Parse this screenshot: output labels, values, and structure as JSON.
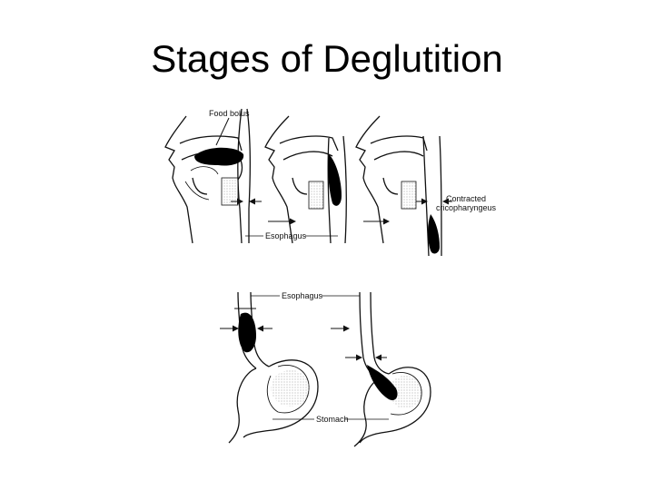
{
  "title": "Stages of Deglutition",
  "labels": {
    "food_bolus": "Food bolus",
    "esophagus_top": "Esophagus",
    "contracted_line1": "Contracted",
    "contracted_line2": "cricopharyngeus",
    "esophagus_bottom": "Esophagus",
    "stomach": "Stomach"
  },
  "colors": {
    "ink": "#111111",
    "bolus": "#000000",
    "stipple": "#bdbdbd"
  }
}
